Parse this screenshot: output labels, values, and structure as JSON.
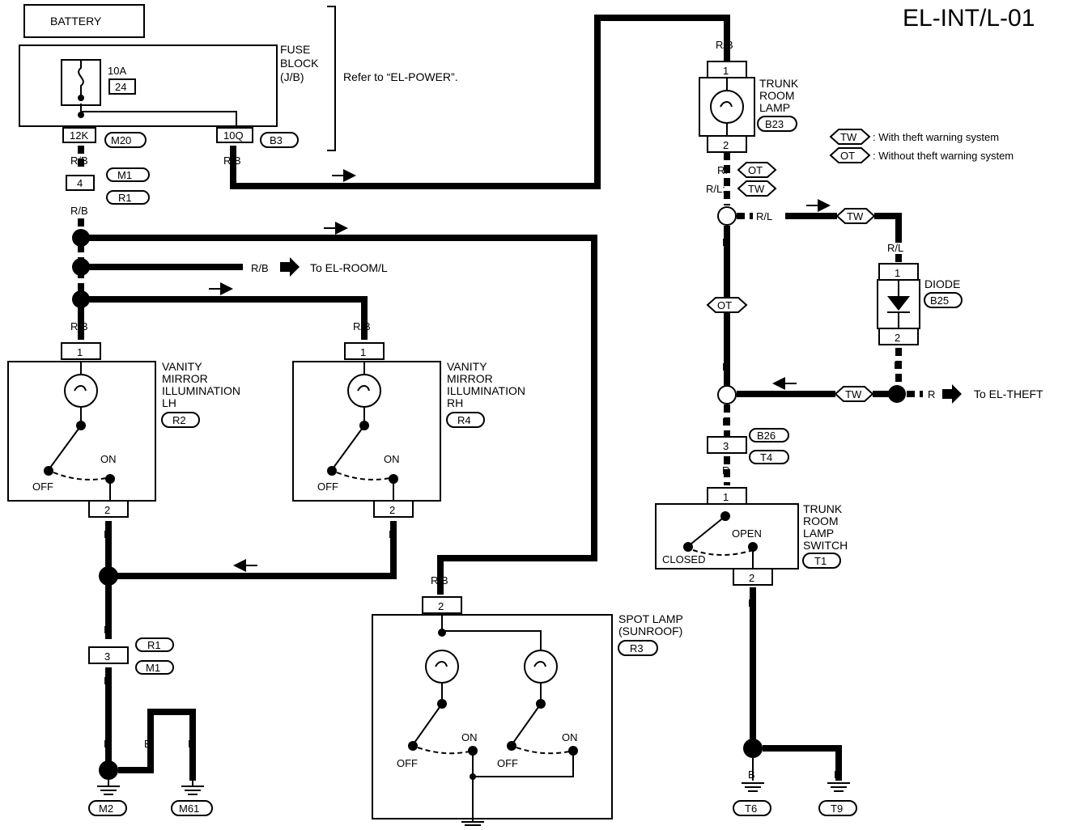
{
  "page_code": "EL-INT/L-01",
  "battery": "BATTERY",
  "fuse_block": {
    "l1": "FUSE",
    "l2": "BLOCK",
    "l3": "(J/B)",
    "amp": "10A",
    "num": "24",
    "ref": "Refer to “EL-POWER”."
  },
  "connectors": {
    "c12k": "12K",
    "m20": "M20",
    "c10q": "10Q",
    "b3": "B3",
    "m1": "M1",
    "r1": "R1",
    "r2": "R2",
    "r4": "R4",
    "r3": "R3",
    "b23": "B23",
    "b25": "B25",
    "b26": "B26",
    "t4": "T4",
    "t1": "T1",
    "m2": "M2",
    "m61": "M61",
    "t6": "T6",
    "t9": "T9"
  },
  "pins": {
    "p1": "1",
    "p2": "2",
    "p3": "3",
    "p4": "4"
  },
  "wires": {
    "rb": "R/B",
    "b": "B",
    "r": "R",
    "rl": "R/L",
    "r_colon": "R:",
    "rl_colon": "R/L:"
  },
  "legend": {
    "tw": "TW",
    "ot": "OT",
    "tw_desc": ": With theft warning system",
    "ot_desc": ": Without theft warning system"
  },
  "to_room": "To EL-ROOM/L",
  "to_theft": "To EL-THEFT",
  "vanity_lh": {
    "l1": "VANITY",
    "l2": "MIRROR",
    "l3": "ILLUMINATION",
    "l4": "LH"
  },
  "vanity_rh": {
    "l1": "VANITY",
    "l2": "MIRROR",
    "l3": "ILLUMINATION",
    "l4": "RH"
  },
  "spot": {
    "l1": "SPOT LAMP",
    "l2": "(SUNROOF)"
  },
  "trunk_lamp": {
    "l1": "TRUNK",
    "l2": "ROOM",
    "l3": "LAMP"
  },
  "diode": "DIODE",
  "trunk_switch": {
    "l1": "TRUNK",
    "l2": "ROOM",
    "l3": "LAMP",
    "l4": "SWITCH"
  },
  "sw": {
    "on": "ON",
    "off": "OFF",
    "open": "OPEN",
    "closed": "CLOSED"
  }
}
